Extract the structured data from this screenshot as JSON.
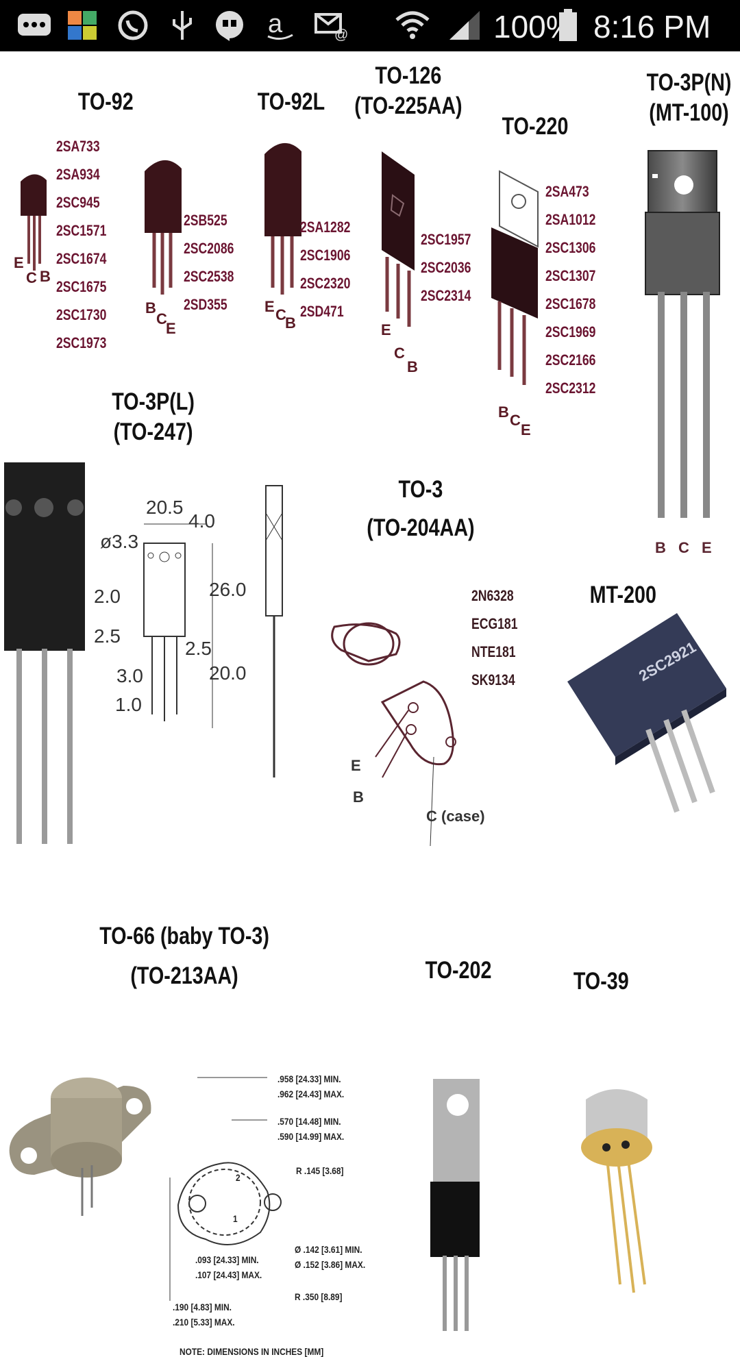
{
  "status_bar": {
    "battery": "100%",
    "time": "8:16 PM",
    "icons": [
      "messages-icon",
      "app-icon",
      "whatsapp-icon",
      "usb-icon",
      "hangouts-icon",
      "amazon-icon",
      "email-icon",
      "wifi-icon",
      "signal-icon",
      "battery-icon"
    ]
  },
  "packages": {
    "to92": {
      "label": "TO-92",
      "parts": [
        "2SA733",
        "2SA934",
        "2SC945",
        "2SC1571",
        "2SC1674",
        "2SC1675",
        "2SC1730",
        "2SC1973"
      ],
      "pins": [
        "E",
        "C",
        "B"
      ]
    },
    "to92b": {
      "parts": [
        "2SB525",
        "2SC2086",
        "2SC2538",
        "2SD355"
      ],
      "pins": [
        "B",
        "C",
        "E"
      ]
    },
    "to92l": {
      "label": "TO-92L",
      "parts": [
        "2SA1282",
        "2SC1906",
        "2SC2320",
        "2SD471"
      ],
      "pins": [
        "E",
        "C",
        "B"
      ]
    },
    "to126": {
      "label1": "TO-126",
      "label2": "(TO-225AA)",
      "parts": [
        "2SC1957",
        "2SC2036",
        "2SC2314"
      ],
      "pins": [
        "E",
        "C",
        "B"
      ]
    },
    "to220": {
      "label": "TO-220",
      "parts": [
        "2SA473",
        "2SA1012",
        "2SC1306",
        "2SC1307",
        "2SC1678",
        "2SC1969",
        "2SC2166",
        "2SC2312"
      ],
      "pins": [
        "B",
        "C",
        "E"
      ]
    },
    "to3pn": {
      "label1": "TO-3P(N)",
      "label2": "(MT-100)",
      "pins": [
        "B",
        "C",
        "E"
      ]
    },
    "to3pl": {
      "label1": "TO-3P(L)",
      "label2": "(TO-247)",
      "dims": [
        "20.5",
        "4.0",
        "ø3.3",
        "2.0",
        "26.0",
        "2.5",
        "2.5",
        "3.0",
        "20.0",
        "1.0"
      ]
    },
    "to3": {
      "label1": "TO-3",
      "label2": "(TO-204AA)",
      "parts": [
        "2N6328",
        "ECG181",
        "NTE181",
        "SK9134"
      ],
      "pins": [
        "E",
        "B",
        "C (case)"
      ]
    },
    "mt200": {
      "label": "MT-200",
      "marking": "2SC2921"
    },
    "to66": {
      "label1": "TO-66 (baby TO-3)",
      "label2": "(TO-213AA)",
      "dims": [
        ".958 [24.33] MIN.",
        ".962 [24.43] MAX.",
        ".570 [14.48] MIN.",
        ".590 [14.99] MAX.",
        "R .145 [3.68]",
        "Ø .142 [3.61] MIN.",
        "Ø .152 [3.86] MAX.",
        ".093 [24.33] MIN.",
        ".107 [24.43] MAX.",
        "R .350 [8.89]",
        ".190 [4.83] MIN.",
        ".210 [5.33] MAX.",
        "2",
        "1"
      ],
      "note": "NOTE: DIMENSIONS IN INCHES [MM]"
    },
    "to202": {
      "label": "TO-202"
    },
    "to39": {
      "label": "TO-39"
    }
  }
}
